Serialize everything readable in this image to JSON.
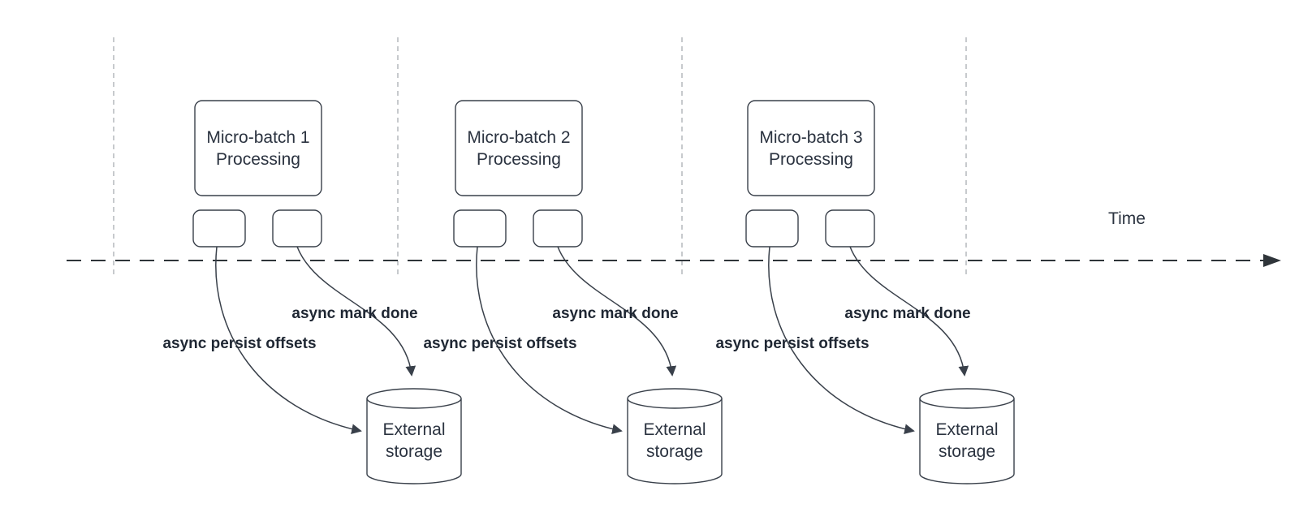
{
  "diagram": {
    "time_label": "Time",
    "groups": [
      {
        "title": "Micro-batch 1",
        "subtitle": "Processing",
        "persist_label": "async persist offsets",
        "done_label": "async mark done",
        "storage_line1": "External",
        "storage_line2": "storage"
      },
      {
        "title": "Micro-batch 2",
        "subtitle": "Processing",
        "persist_label": "async persist offsets",
        "done_label": "async mark done",
        "storage_line1": "External",
        "storage_line2": "storage"
      },
      {
        "title": "Micro-batch 3",
        "subtitle": "Processing",
        "persist_label": "async persist offsets",
        "done_label": "async mark done",
        "storage_line1": "External",
        "storage_line2": "storage"
      }
    ],
    "colors": {
      "stroke": "#39404a",
      "text": "#2b3340",
      "guide_line": "#a9adb2",
      "background": "#ffffff"
    }
  }
}
